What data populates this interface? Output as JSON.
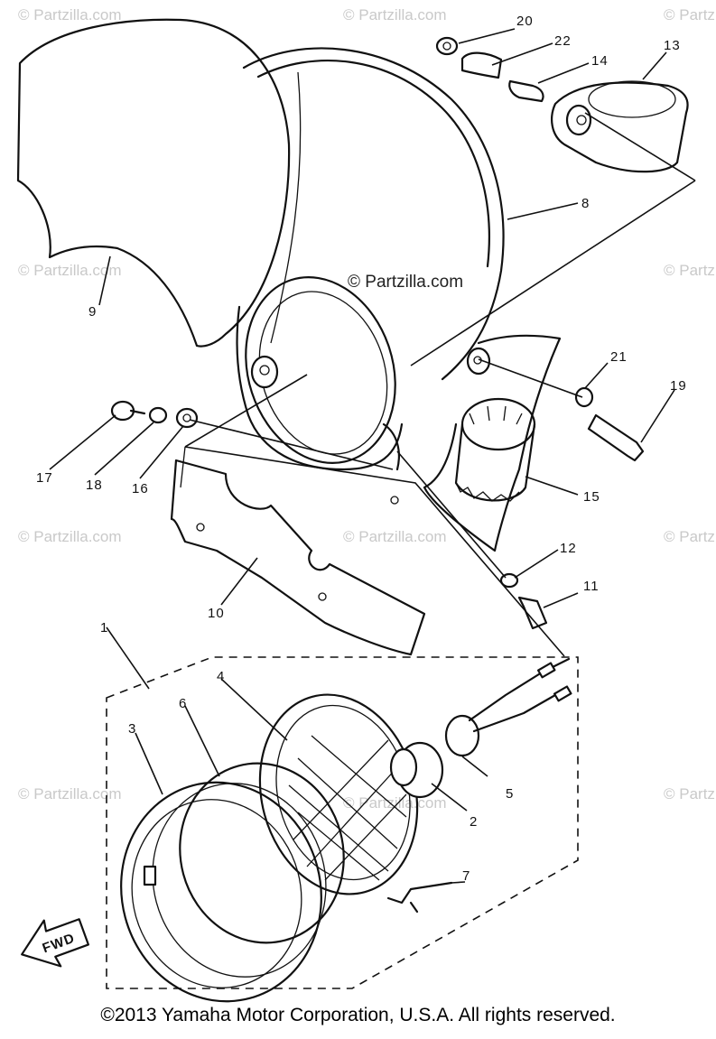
{
  "watermark": {
    "center_text": "© Partzilla.com",
    "tile_text": "© Partzilla.com"
  },
  "callouts": [
    "1",
    "2",
    "3",
    "4",
    "5",
    "6",
    "7",
    "8",
    "9",
    "10",
    "11",
    "12",
    "13",
    "14",
    "15",
    "16",
    "17",
    "18",
    "19",
    "20",
    "21",
    "22"
  ],
  "front_arrow_label": "FWD",
  "copyright": "©2013 Yamaha Motor Corporation, U.S.A. All rights reserved."
}
